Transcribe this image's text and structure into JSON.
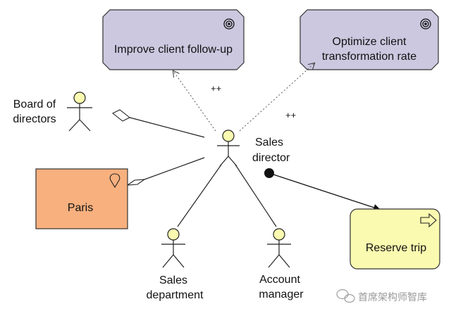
{
  "goals": [
    {
      "id": "goal-1",
      "lines": [
        "Improve client follow-up"
      ],
      "fill": "#ccc8e0"
    },
    {
      "id": "goal-2",
      "lines": [
        "Optimize client",
        "transformation rate"
      ],
      "fill": "#ccc8e0"
    }
  ],
  "influence_labels": [
    "++",
    "++"
  ],
  "actors": [
    {
      "id": "board",
      "lines": [
        "Board of",
        "directors"
      ]
    },
    {
      "id": "sales-director",
      "lines": [
        "Sales",
        "director"
      ]
    },
    {
      "id": "sales-department",
      "lines": [
        "Sales",
        "department"
      ]
    },
    {
      "id": "account-manager",
      "lines": [
        "Account",
        "manager"
      ]
    }
  ],
  "location": {
    "label": "Paris",
    "fill": "#f7b07e"
  },
  "event": {
    "label": "Reserve trip",
    "fill": "#fafab0"
  },
  "watermark": "首席架构师智库",
  "colors": {
    "actor_head": "#fafab0",
    "outline": "#222222"
  }
}
